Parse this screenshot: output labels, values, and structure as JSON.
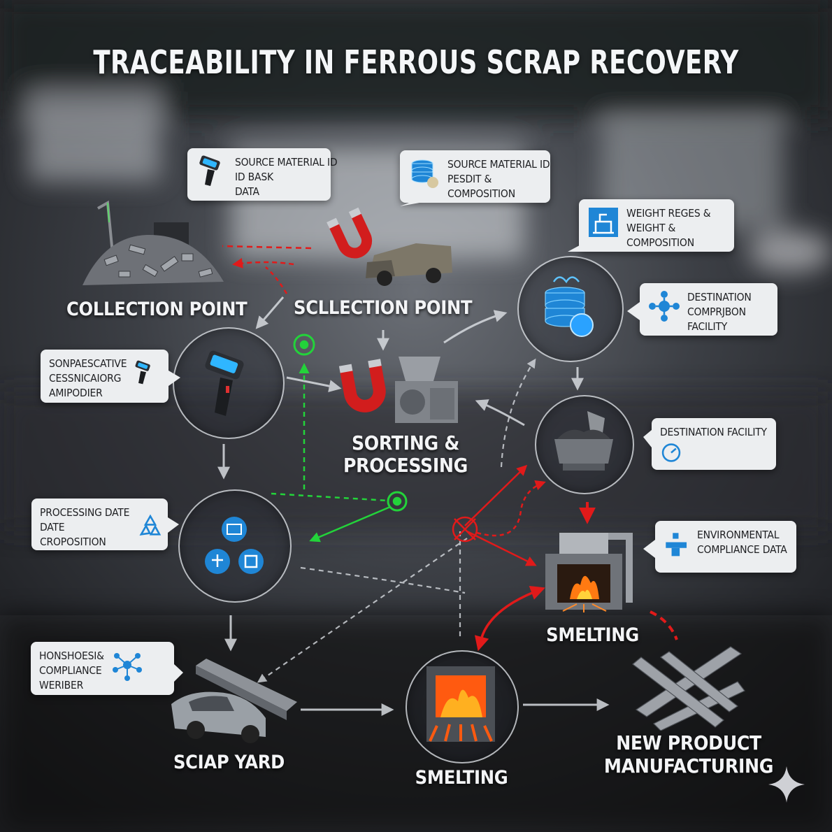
{
  "title": "TRACEABILITY IN FERROUS SCRAP RECOVERY",
  "callouts": {
    "top_left": [
      "SOURCE MATERIAL ID",
      "ID BASK",
      "DATA"
    ],
    "top_center": [
      "SOURCE MATERIAL ID",
      "PESDIT &",
      "COMPOSITION"
    ],
    "top_right": [
      "WEIGHT REGES &",
      "WEIGHT &",
      "COMPOSITION"
    ],
    "dest_comp": [
      "DESTINATION",
      "COMPRJBON",
      "FACILITY"
    ],
    "left_scanner": [
      "SONPAESCATIVE",
      "CESSNICAIORG",
      "AMIPODIER"
    ],
    "dest_facility": [
      "DESTINATION FACILITY"
    ],
    "processing": [
      "PROCESSING DATE",
      "DATE",
      "CROPOSITION"
    ],
    "environmental": [
      "ENVIRONMENTAL",
      "COMPLIANCE DATA"
    ],
    "compliance": [
      "HONSHOESI&",
      "COMPLIANCE",
      "WERIBER"
    ]
  },
  "stages": {
    "collection_point": [
      "COLLECTION POINT"
    ],
    "scllection_point": [
      "SCLLECTION POINT"
    ],
    "sorting": [
      "SORTING &",
      "PROCESSING"
    ],
    "smelting_right": [
      "SMELTING"
    ],
    "scrap_yard": [
      "SCIAP YARD"
    ],
    "smelting_bottom": [
      "SMELTING"
    ],
    "new_product": [
      "NEW PRODUCT",
      "MANUFACTURING"
    ]
  },
  "colors": {
    "callout_bg": "#eceef0",
    "icon_blue": "#1f86d6",
    "arrow_white": "#d8dbe0",
    "arrow_red": "#e11a1a",
    "arrow_green": "#23d33a",
    "fire": "#ff7a12"
  },
  "icons": [
    "scanner-icon",
    "database-icon",
    "scale-icon",
    "network-icon",
    "gauge-icon",
    "recycle-icon",
    "valve-icon",
    "molecule-icon",
    "magnet-icon"
  ]
}
